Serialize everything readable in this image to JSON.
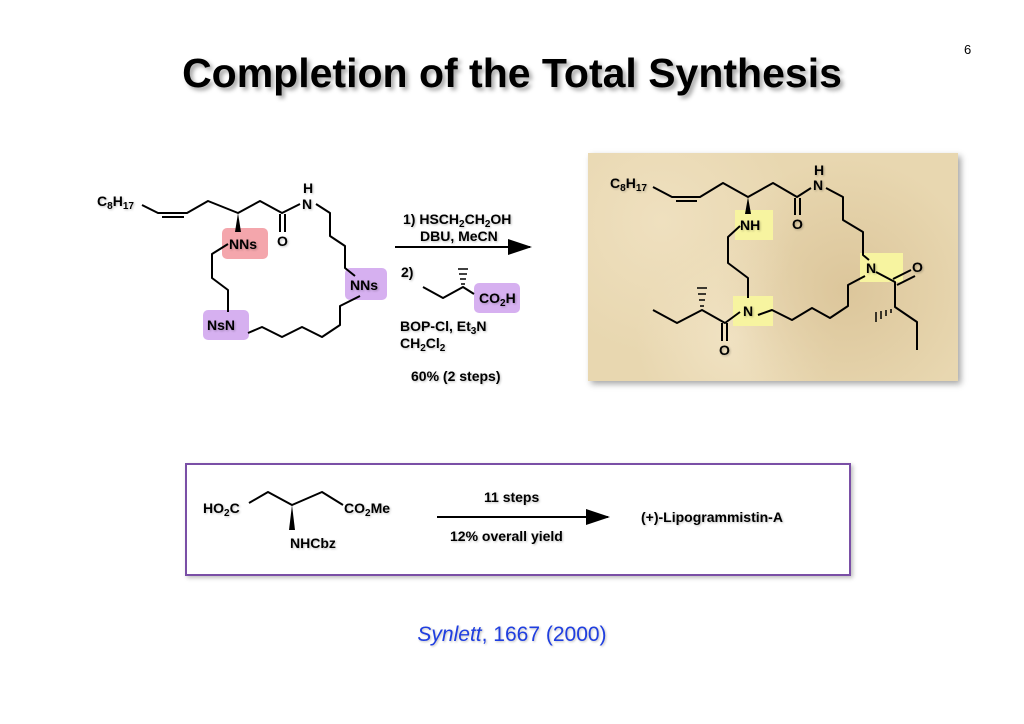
{
  "slide": {
    "title": "Completion of the Total Synthesis",
    "page_number": "6"
  },
  "starting_material": {
    "chain_label": "C8H17",
    "amide_h": "H",
    "amide_n": "N",
    "carbonyl_o": "O",
    "nns_top": "NNs",
    "nns_right": "NNs",
    "nsn_bottom": "NsN"
  },
  "conditions": {
    "step1_line1": "1) HSCH2CH2OH",
    "step1_line2": "DBU, MeCN",
    "step2_label": "2)",
    "acid_label": "CO2H",
    "step2_line1": "BOP-Cl, Et3N",
    "step2_line2": "CH2Cl2",
    "yield": "60% (2 steps)"
  },
  "product": {
    "chain_label": "C8H17",
    "amide_h": "H",
    "amide_n": "N",
    "carbonyl_o": "O",
    "amine": "NH",
    "n_right": "N",
    "o_right": "O",
    "n_bottom": "N",
    "o_bottom": "O"
  },
  "summary_box": {
    "left_label": "HO2C",
    "right_label": "CO2Me",
    "bottom_label": "NHCbz",
    "arrow_top": "11 steps",
    "arrow_bottom": "12% overall yield",
    "target": "(+)-Lipogrammistin-A"
  },
  "citation": {
    "journal": "Synlett",
    "rest": ", 1667 (2000)"
  },
  "colors": {
    "pink_highlight": "#f4a6ac",
    "purple_highlight": "#d6b0f0",
    "yellow_highlight": "#f7f4a0",
    "box_border": "#7a4fa6",
    "citation": "#1f3ee0"
  }
}
